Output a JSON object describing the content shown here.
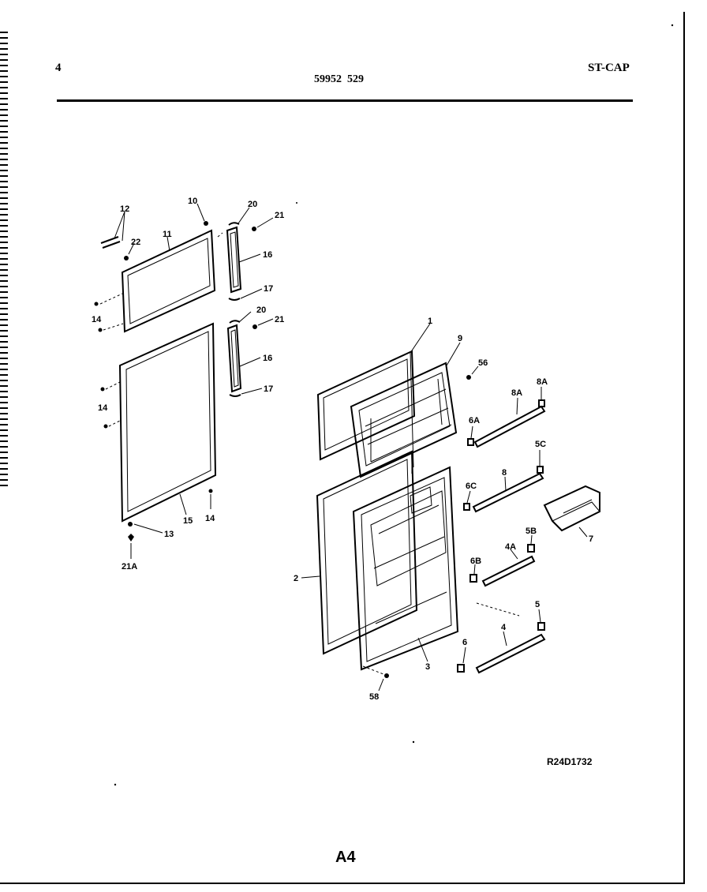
{
  "header": {
    "page_number": "4",
    "document_code": "59952  529",
    "model": "ST-CAP"
  },
  "footer": {
    "diagram_ref": "R24D1732",
    "sheet": "A4"
  },
  "parts": {
    "p1": "1",
    "p2": "2",
    "p3": "3",
    "p4": "4",
    "p4A": "4A",
    "p5": "5",
    "p5B": "5B",
    "p5C": "5C",
    "p6": "6",
    "p6A": "6A",
    "p6B": "6B",
    "p6C": "6C",
    "p7": "7",
    "p8": "8",
    "p8A": "8A",
    "p8A2": "8A",
    "p9": "9",
    "p10": "10",
    "p11": "11",
    "p12": "12",
    "p13": "13",
    "p14a": "14",
    "p14b": "14",
    "p14c": "14",
    "p15": "15",
    "p16a": "16",
    "p16b": "16",
    "p17a": "17",
    "p17b": "17",
    "p20a": "20",
    "p20b": "20",
    "p21a": "21",
    "p21b": "21",
    "p21A": "21A",
    "p22": "22",
    "p56": "56",
    "p58": "58"
  }
}
